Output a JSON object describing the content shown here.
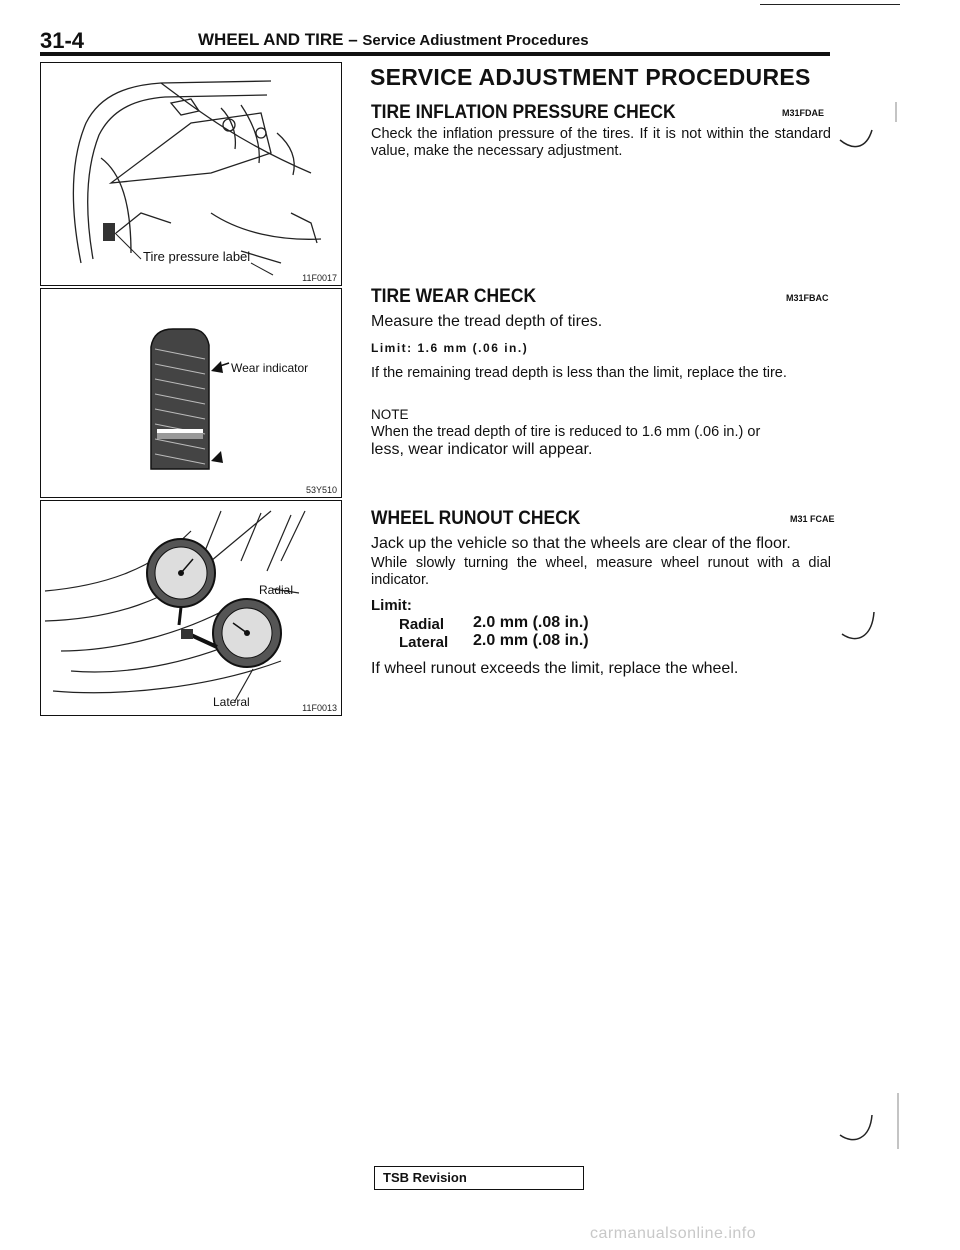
{
  "header": {
    "page_number": "31-4",
    "title": "WHEEL AND TIRE",
    "dash": "–",
    "subtitle": "Service Adiustment Procedures"
  },
  "figures": [
    {
      "code": "11F0017",
      "label": "Tire pressure label"
    },
    {
      "code": "53Y510",
      "label": "Wear indicator"
    },
    {
      "code": "11F0013",
      "label_radial": "Radial",
      "label_lateral": "Lateral"
    }
  ],
  "main_heading": "SERVICE ADJUSTMENT PROCEDURES",
  "sections": {
    "inflation": {
      "heading": "TIRE INFLATION PRESSURE CHECK",
      "code": "M31FDAE",
      "body": "Check the inflation pressure of the tires. If it is not within the standard value, make the necessary adjustment."
    },
    "wear": {
      "heading": "TIRE WEAR CHECK",
      "code": "M31FBAC",
      "body1": "Measure the tread depth of tires.",
      "limit": "Limit: 1.6 mm (.06 in.)",
      "body2": "If the remaining tread depth is less than the limit, replace the tire.",
      "note_label": "NOTE",
      "note_line1": "When the tread depth of tire is reduced to 1.6 mm (.06 in.) or",
      "note_line2": "less, wear indicator will appear."
    },
    "runout": {
      "heading": "WHEEL RUNOUT CHECK",
      "code": "M31 FCAE",
      "body1": "Jack up the vehicle so that the wheels are clear of the floor.",
      "body2": "While slowly turning the wheel, measure wheel runout with a dial indicator.",
      "limit_label": "Limit:",
      "radial_label": "Radial",
      "radial_value": "2.0 mm (.08 in.)",
      "lateral_label": "Lateral",
      "lateral_value": "2.0 mm (.08 in.)",
      "body3": "If wheel runout exceeds the limit, replace the wheel."
    }
  },
  "footer": {
    "tsb": "TSB Revision",
    "watermark": "carmanualsonline.info"
  }
}
